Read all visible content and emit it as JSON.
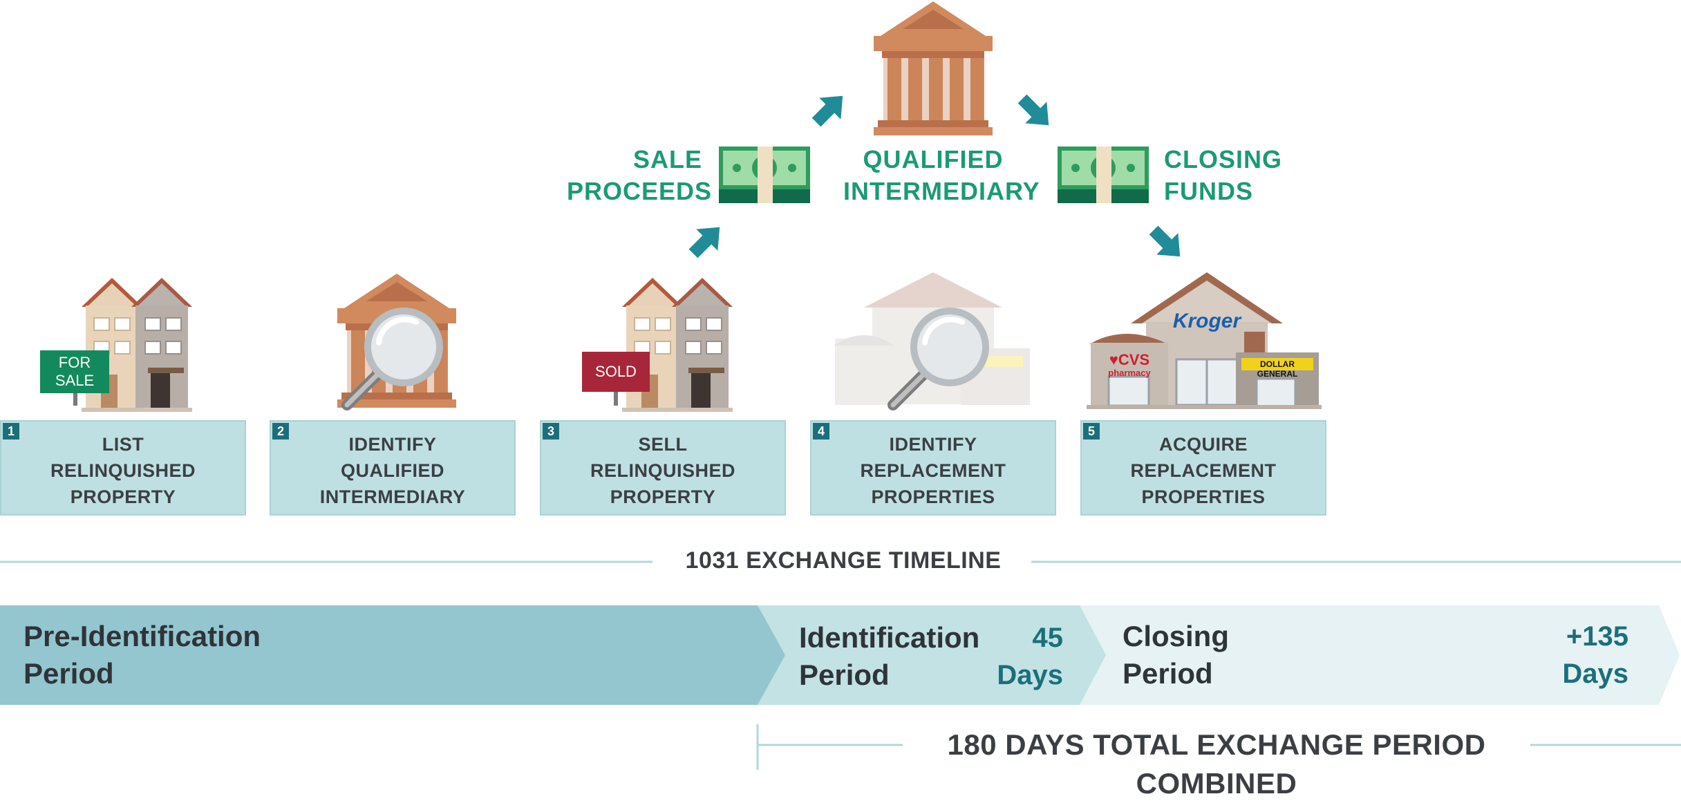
{
  "flow": {
    "sale_proceeds": "SALE\nPROCEEDS",
    "qualified_intermediary": "QUALIFIED\nINTERMEDIARY",
    "closing_funds": "CLOSING\nFUNDS"
  },
  "icons": {
    "for_sale_sign": "FOR\nSALE",
    "sold_sign": "SOLD",
    "store_kroger": "Kroger",
    "store_cvs": "♥CVS",
    "store_cvs_sub": "pharmacy",
    "store_dollar_general": "DOLLAR GENERAL"
  },
  "steps": [
    {
      "number": "1",
      "label": "LIST\nRELINQUISHED\nPROPERTY"
    },
    {
      "number": "2",
      "label": "IDENTIFY\nQUALIFIED\nINTERMEDIARY"
    },
    {
      "number": "3",
      "label": "SELL\nRELINQUISHED\nPROPERTY"
    },
    {
      "number": "4",
      "label": "IDENTIFY\nREPLACEMENT\nPROPERTIES"
    },
    {
      "number": "5",
      "label": "ACQUIRE\nREPLACEMENT\nPROPERTIES"
    }
  ],
  "timeline": {
    "title": "1031 EXCHANGE TIMELINE",
    "phases": [
      {
        "name": "Pre-Identification\nPeriod",
        "days": ""
      },
      {
        "name": "Identification\nPeriod",
        "days": "45\nDays"
      },
      {
        "name": "Closing\nPeriod",
        "days": "+135\nDays"
      }
    ],
    "total_label": "180 DAYS TOTAL EXCHANGE PERIOD COMBINED"
  },
  "colors": {
    "teal_dark": "#1b6f7a",
    "teal_arrow": "#1f8c98",
    "green_text": "#1b9a74",
    "step_box": "#bfe0e2",
    "phase_pre": "#93c6cf",
    "phase_ident": "#c2e2e4",
    "phase_closing": "#e6f2f3",
    "bank": "#d08a5e"
  }
}
